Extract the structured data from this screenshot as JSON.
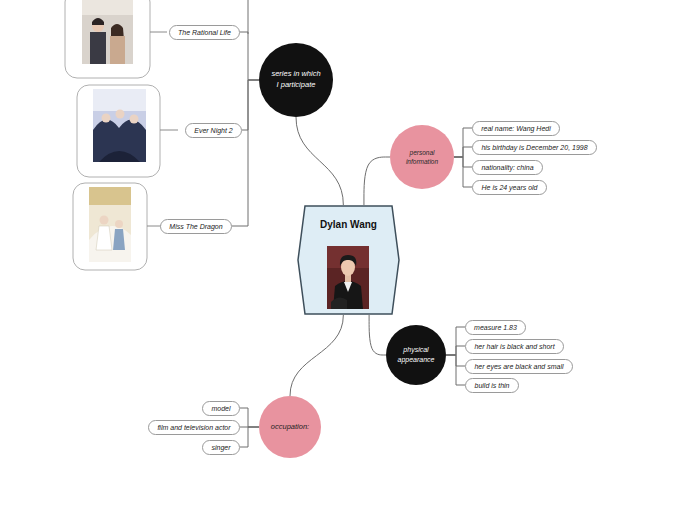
{
  "diagram": {
    "nodes": [
      {
        "text": [
          "Dylan Wang"
        ]
      },
      {
        "text": [
          "series in which I participate"
        ]
      },
      {
        "text": [
          "The Rational Life"
        ]
      },
      {
        "text": [
          "Ever Night 2"
        ]
      },
      {
        "text": [
          "Miss The Dragon"
        ]
      },
      {
        "text": [
          "personal information"
        ]
      },
      {
        "text": [
          "real name: Wang Hedi"
        ]
      },
      {
        "text": [
          "his birthday is December 20, 1998"
        ]
      },
      {
        "text": [
          "nationality: china"
        ]
      },
      {
        "text": [
          "He is 24 years old"
        ]
      },
      {
        "text": [
          "physical appearance"
        ]
      },
      {
        "text": [
          "measure 1.83"
        ]
      },
      {
        "text": [
          "her hair is black and short"
        ]
      },
      {
        "text": [
          "her eyes are black and small"
        ]
      },
      {
        "text": [
          "build is thin"
        ]
      },
      {
        "text": [
          "occupation:"
        ]
      },
      {
        "text": [
          "model"
        ]
      },
      {
        "text": [
          "film and television actor"
        ]
      },
      {
        "text": [
          "singer"
        ]
      }
    ],
    "edges": [
      {
        "from": 0,
        "to": 1,
        "arrow": "none"
      },
      {
        "from": 1,
        "to": 2,
        "arrow": "none"
      },
      {
        "from": 1,
        "to": 3,
        "arrow": "none"
      },
      {
        "from": 1,
        "to": 4,
        "arrow": "none"
      },
      {
        "from": 0,
        "to": 5,
        "arrow": "none"
      },
      {
        "from": 5,
        "to": 6,
        "arrow": "none"
      },
      {
        "from": 5,
        "to": 7,
        "arrow": "none"
      },
      {
        "from": 5,
        "to": 8,
        "arrow": "none"
      },
      {
        "from": 5,
        "to": 9,
        "arrow": "none"
      },
      {
        "from": 0,
        "to": 10,
        "arrow": "none"
      },
      {
        "from": 10,
        "to": 11,
        "arrow": "none"
      },
      {
        "from": 10,
        "to": 12,
        "arrow": "none"
      },
      {
        "from": 10,
        "to": 13,
        "arrow": "none"
      },
      {
        "from": 10,
        "to": 14,
        "arrow": "none"
      },
      {
        "from": 0,
        "to": 15,
        "arrow": "none"
      },
      {
        "from": 15,
        "to": 16,
        "arrow": "none"
      },
      {
        "from": 15,
        "to": 17,
        "arrow": "none"
      },
      {
        "from": 15,
        "to": 18,
        "arrow": "none"
      }
    ]
  }
}
